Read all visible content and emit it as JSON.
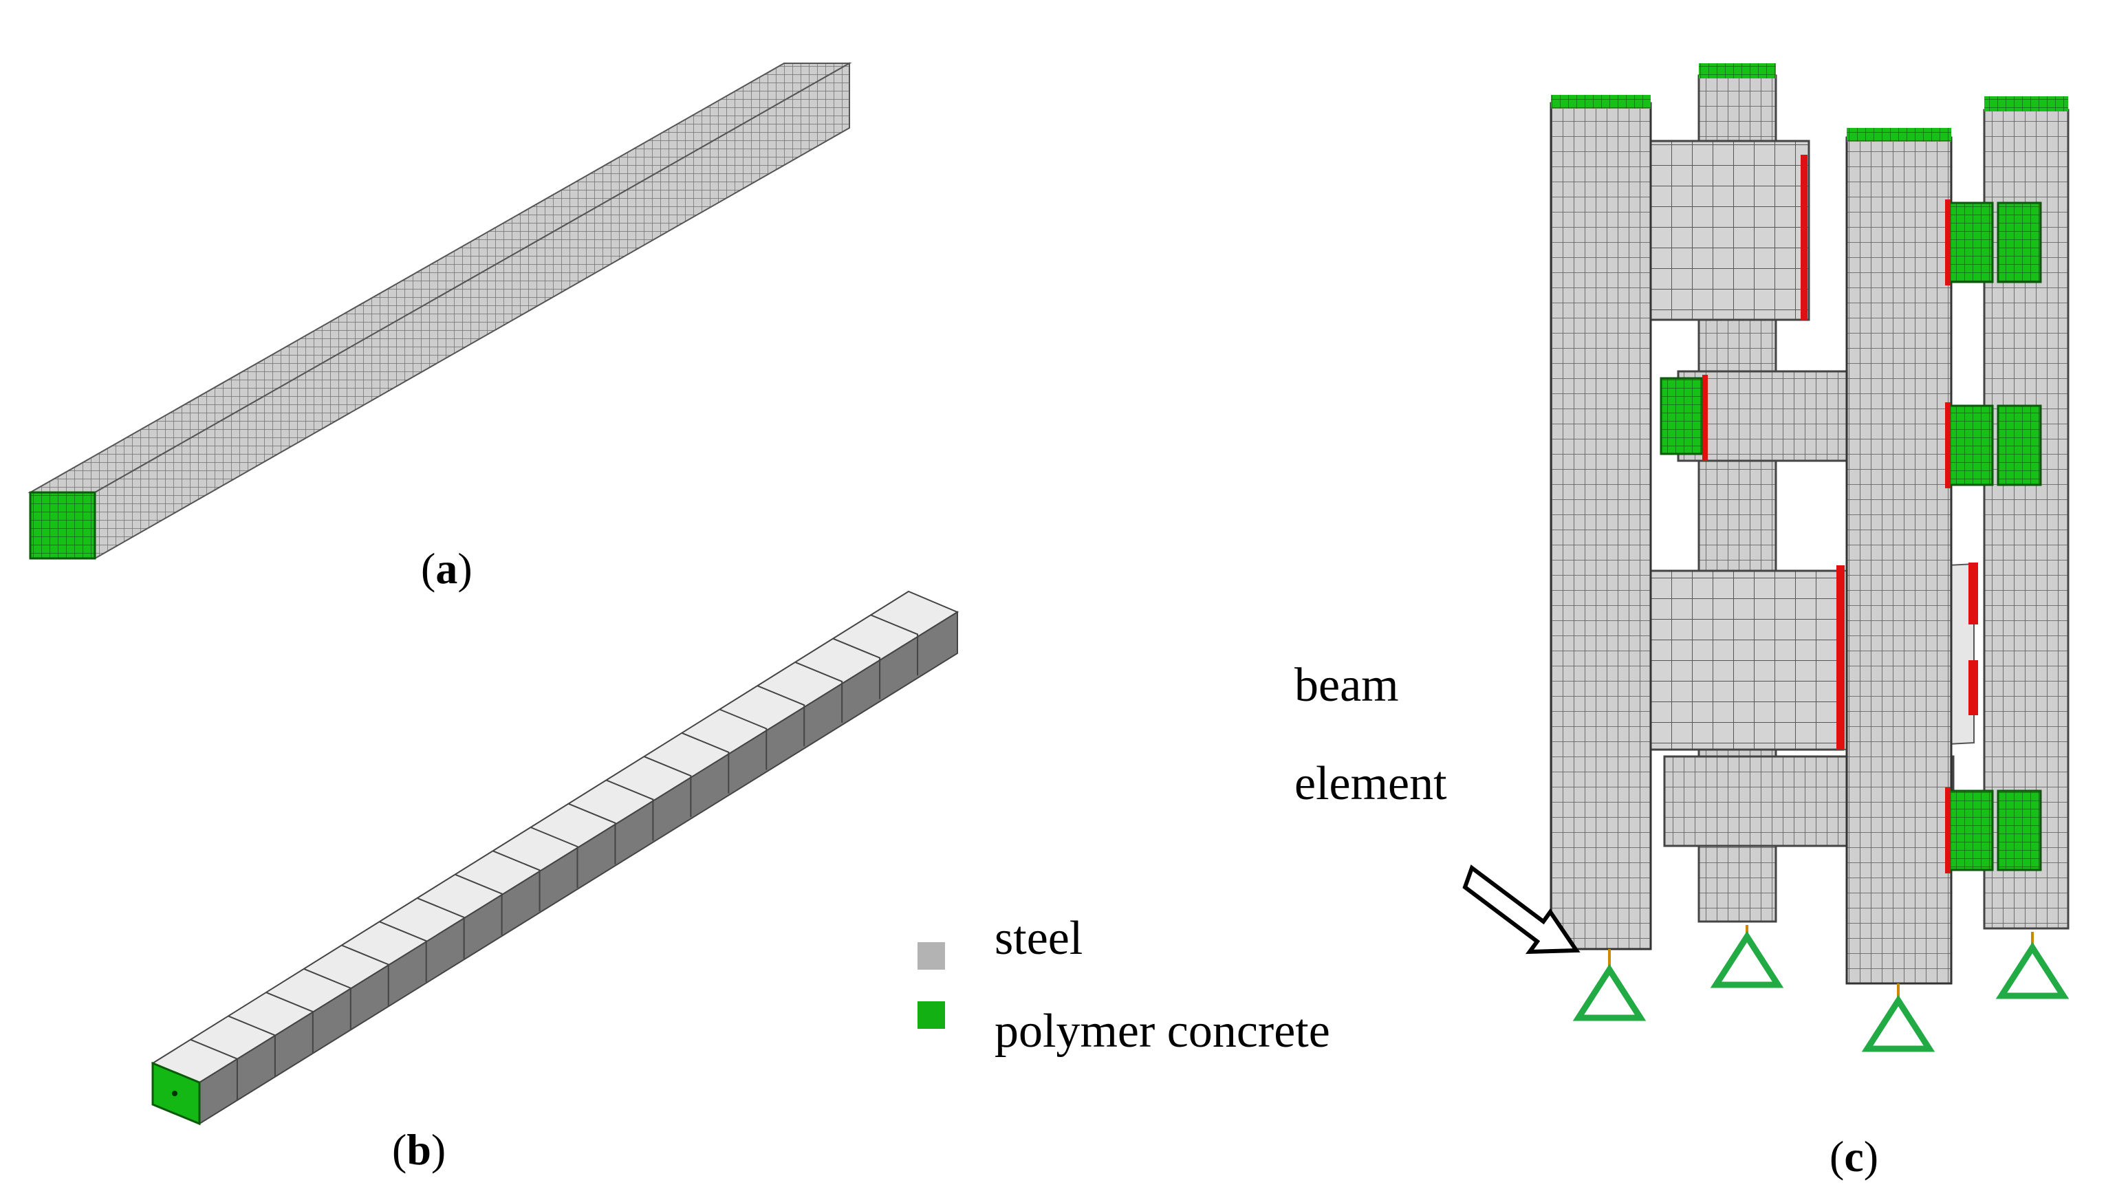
{
  "captions": {
    "a": "a",
    "b": "b",
    "c": "c"
  },
  "legend": [
    {
      "label": "steel",
      "color": "#b3b3b3"
    },
    {
      "label": "polymer concrete",
      "color": "#12b012"
    }
  ],
  "annotation": {
    "line1": "beam",
    "line2": "element"
  },
  "colors": {
    "steel": "#c8c8c8",
    "steel_dark": "#8a8a8a",
    "polymer": "#12b012",
    "weld": "#e01010",
    "support": "#22aa44"
  }
}
